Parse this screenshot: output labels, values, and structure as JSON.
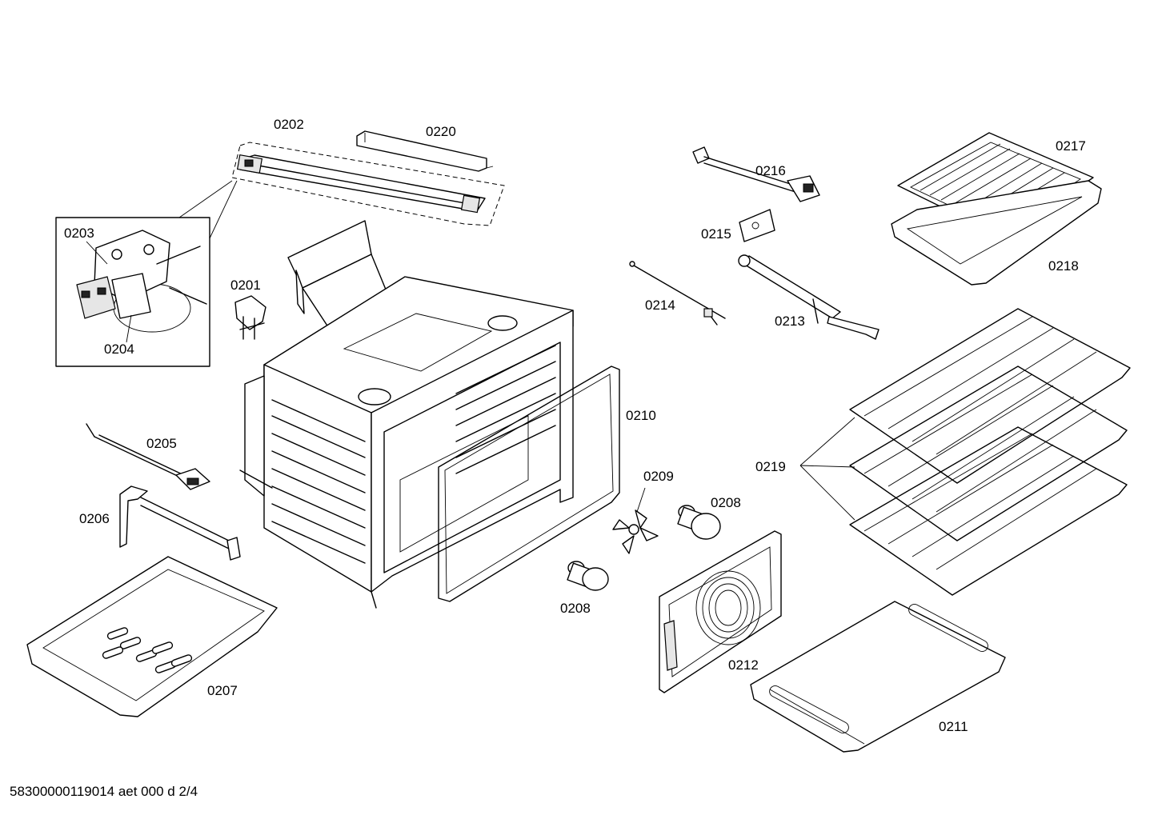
{
  "parts": {
    "p0201": "0201",
    "p0202": "0202",
    "p0203": "0203",
    "p0204": "0204",
    "p0205": "0205",
    "p0206": "0206",
    "p0207": "0207",
    "p0208a": "0208",
    "p0208b": "0208",
    "p0209": "0209",
    "p0210": "0210",
    "p0211": "0211",
    "p0212": "0212",
    "p0213": "0213",
    "p0214": "0214",
    "p0215": "0215",
    "p0216": "0216",
    "p0217": "0217",
    "p0218": "0218",
    "p0219": "0219",
    "p0220": "0220"
  },
  "footer": "58300000119014 aet 000 d 2/4"
}
